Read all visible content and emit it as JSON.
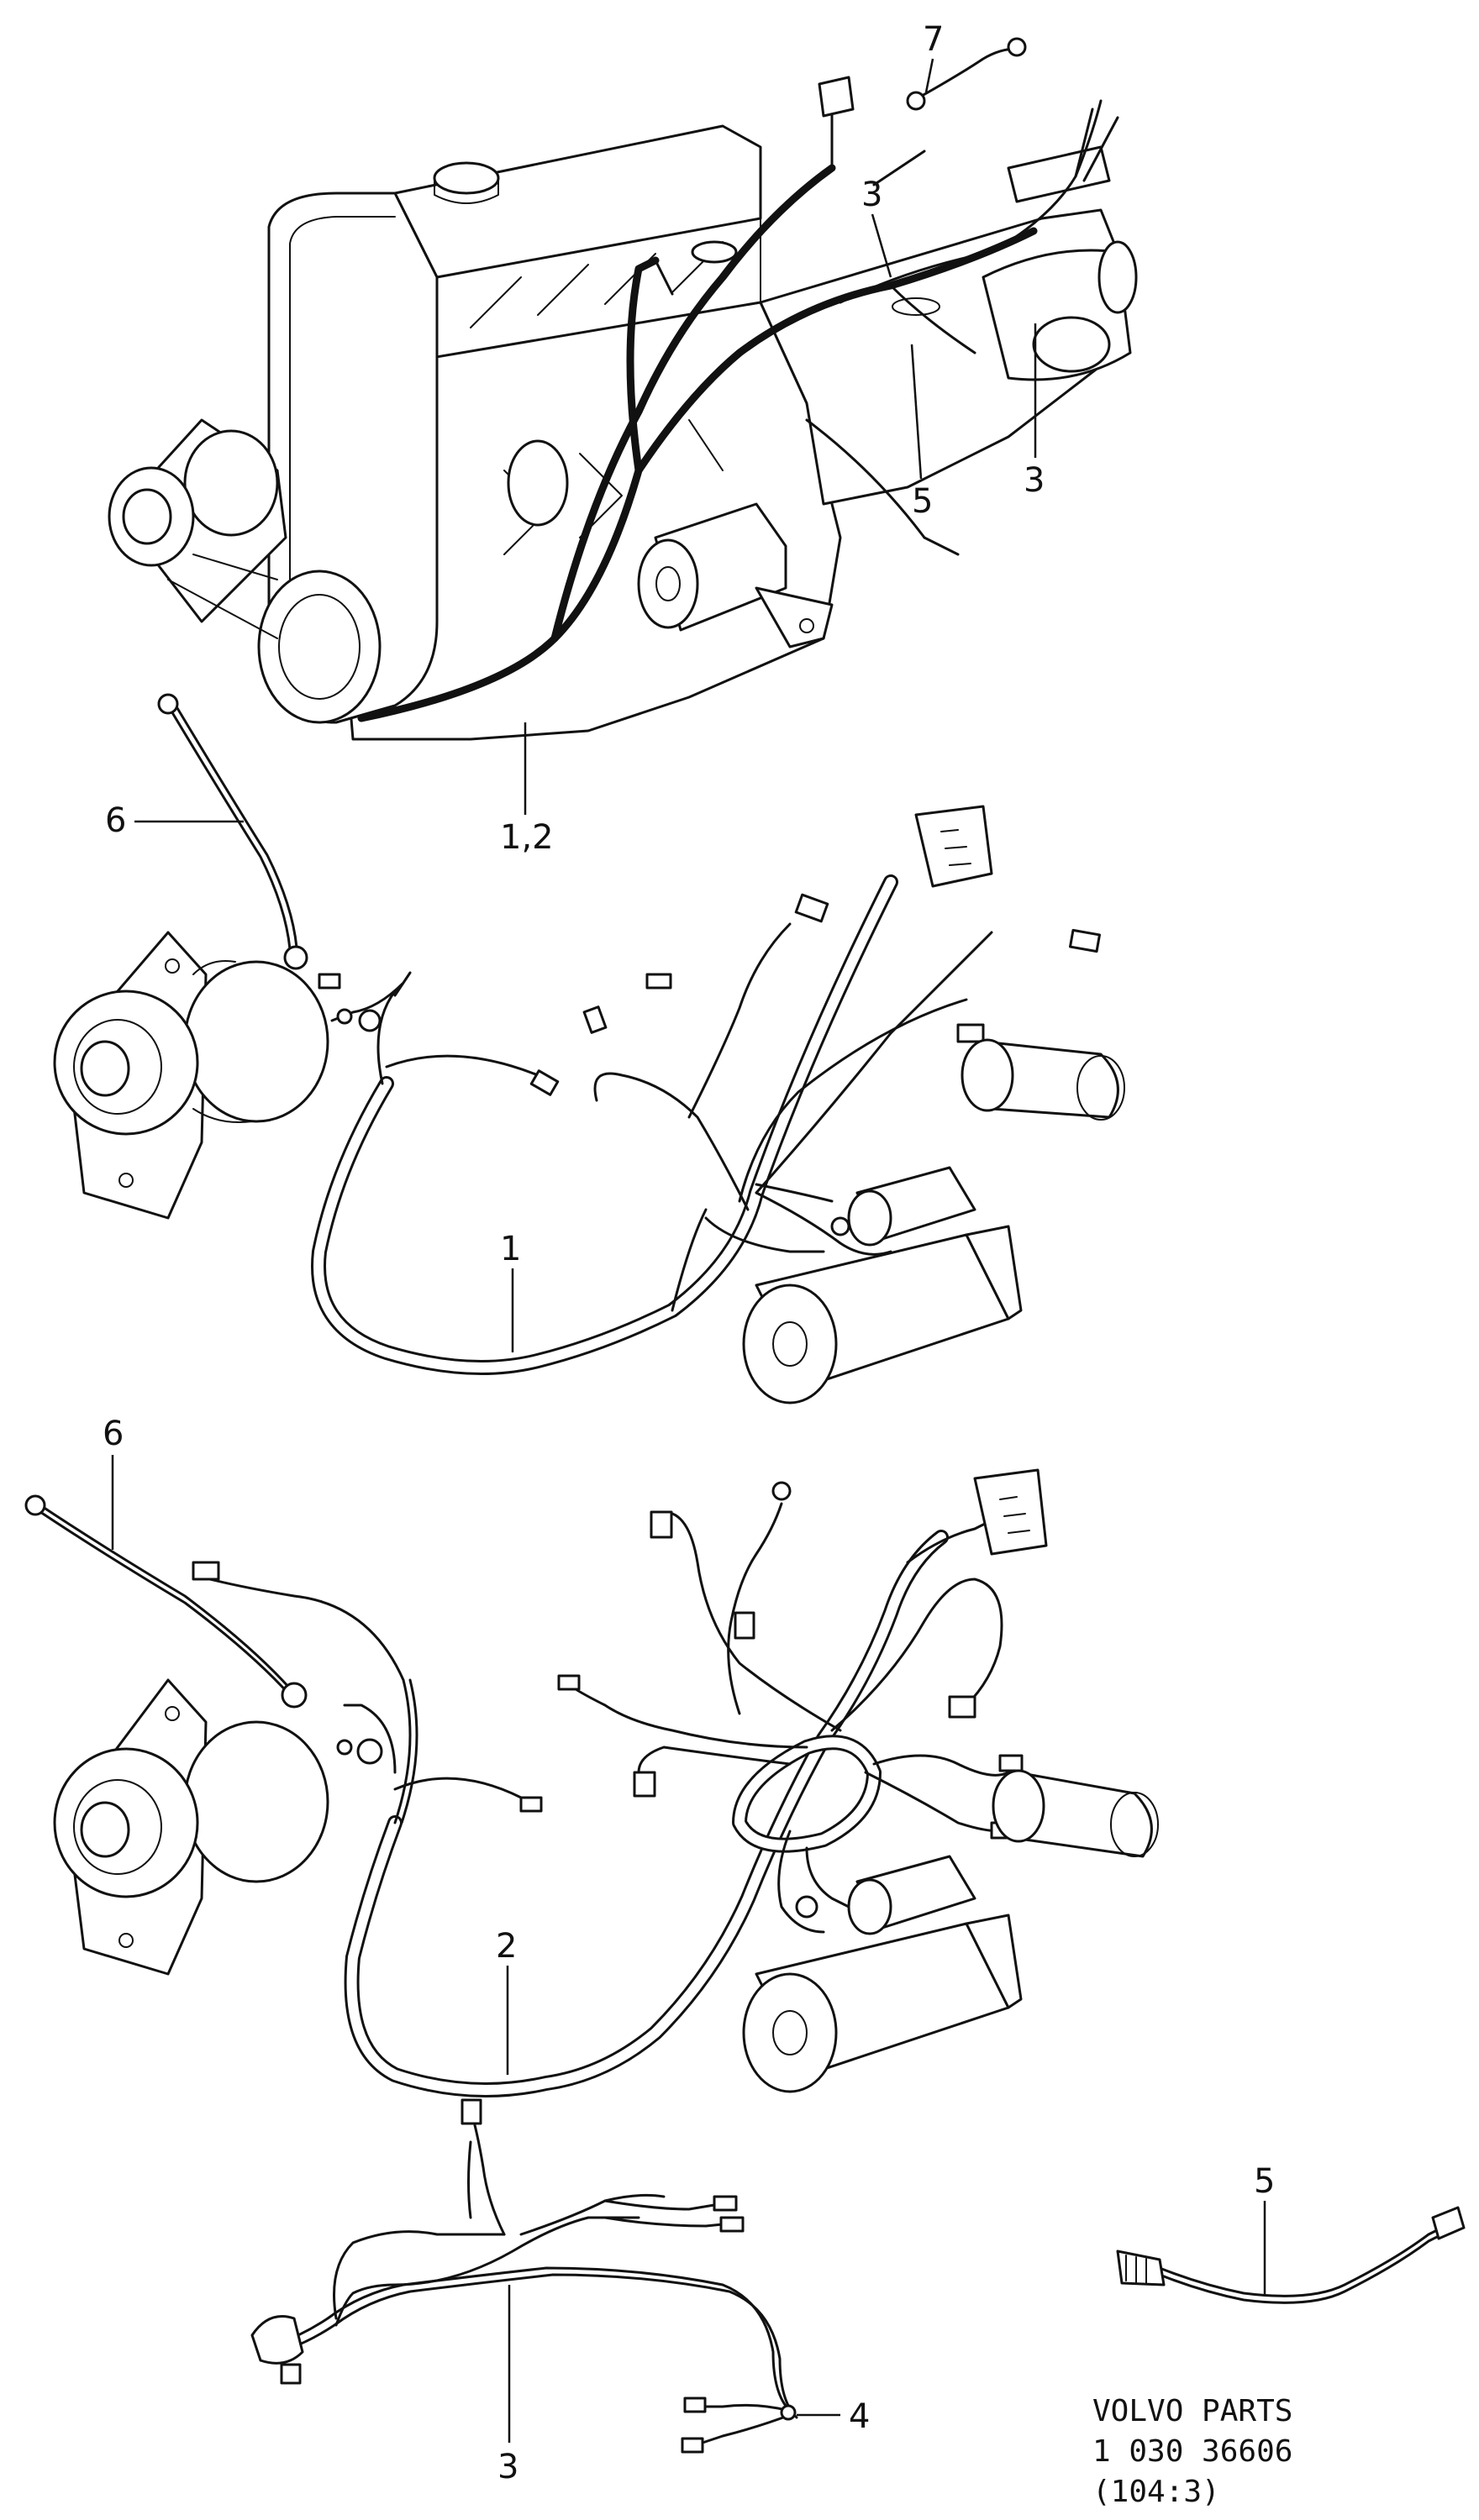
{
  "diagram": {
    "callouts": {
      "engine_7": "7",
      "engine_3_top": "3",
      "engine_3_right": "3",
      "engine_5": "5",
      "engine_1_2": "1,2",
      "h1_6": "6",
      "h1_1": "1",
      "h2_6": "6",
      "h2_2": "2",
      "h3_3": "3",
      "h3_4": "4",
      "sensor_5": "5"
    },
    "footer": {
      "line1": "VOLVO  PARTS",
      "line2": "1    030 36606",
      "line3": "(104:3)"
    }
  }
}
